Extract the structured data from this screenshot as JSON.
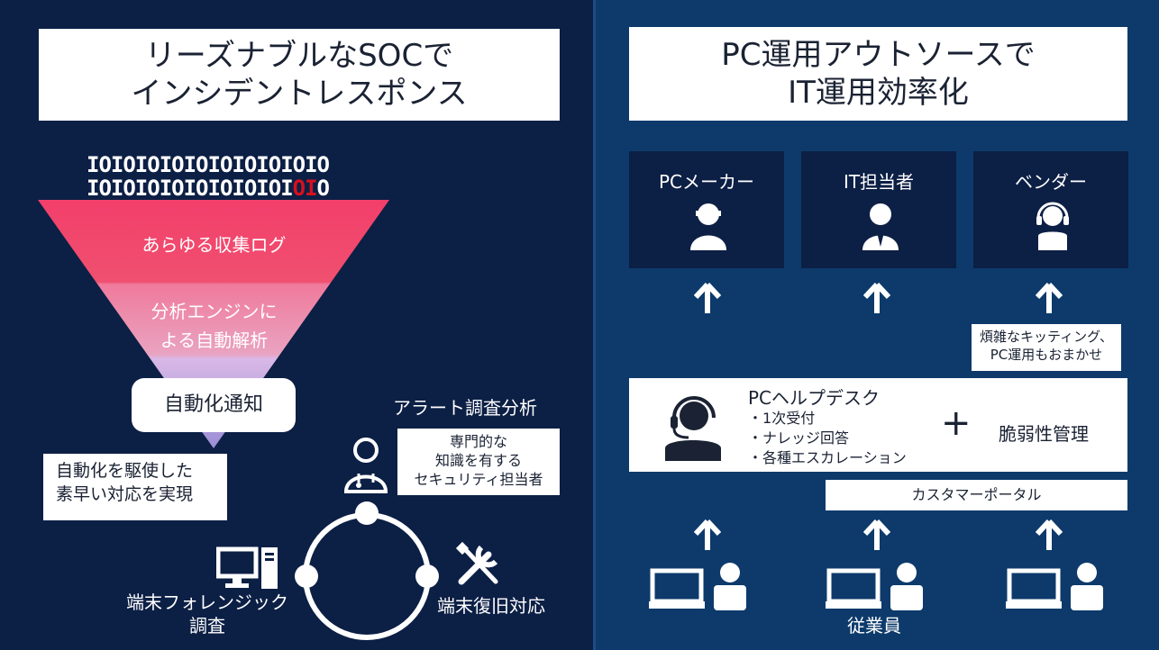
{
  "left": {
    "title_line1": "リーズナブルなSOCで",
    "title_line2": "インシデントレスポンス",
    "binary_line1": "IOIOIOIOIOIOIOIOIOIO",
    "binary_line2_a": "IOIOIOIOIOIOIOIOI",
    "binary_line2_red": "OI",
    "binary_line2_b": "O",
    "funnel_top": "あらゆる収集ログ",
    "funnel_mid_line1": "分析エンジンに",
    "funnel_mid_line2": "よる自動解析",
    "notify": "自動化通知",
    "auto_note_line1": "自動化を駆使した",
    "auto_note_line2": "素早い対応を実現",
    "alert_title": "アラート調査分析",
    "specialist_line1": "専門的な",
    "specialist_line2": "知識を有する",
    "specialist_line3": "セキュリティ担当者",
    "forensic_line1": "端末フォレンジック",
    "forensic_line2": "調査",
    "recovery": "端末復旧対応",
    "colors": {
      "bg": "#0c1f45",
      "funnel_top": "#f23f6b",
      "funnel_mid": "#f07a9c",
      "funnel_bottom": "#b9a2d8",
      "accent_red": "#d6101e"
    }
  },
  "right": {
    "title_line1": "PC運用アウトソースで",
    "title_line2": "IT運用効率化",
    "roles": [
      {
        "label": "PCメーカー",
        "icon": "user-icon"
      },
      {
        "label": "IT担当者",
        "icon": "staff-icon"
      },
      {
        "label": "ベンダー",
        "icon": "headset-user-icon"
      }
    ],
    "kitting_line1": "煩雑なキッティング、",
    "kitting_line2": "PC運用もおまかせ",
    "helpdesk_title": "PCヘルプデスク",
    "helpdesk_items": [
      "1次受付",
      "ナレッジ回答",
      "各種エスカレーション"
    ],
    "plus": "+",
    "vuln": "脆弱性管理",
    "portal": "カスタマーポータル",
    "employees": "従業員",
    "colors": {
      "bg": "#0d3a6b",
      "role_box": "#0c1f45"
    }
  }
}
